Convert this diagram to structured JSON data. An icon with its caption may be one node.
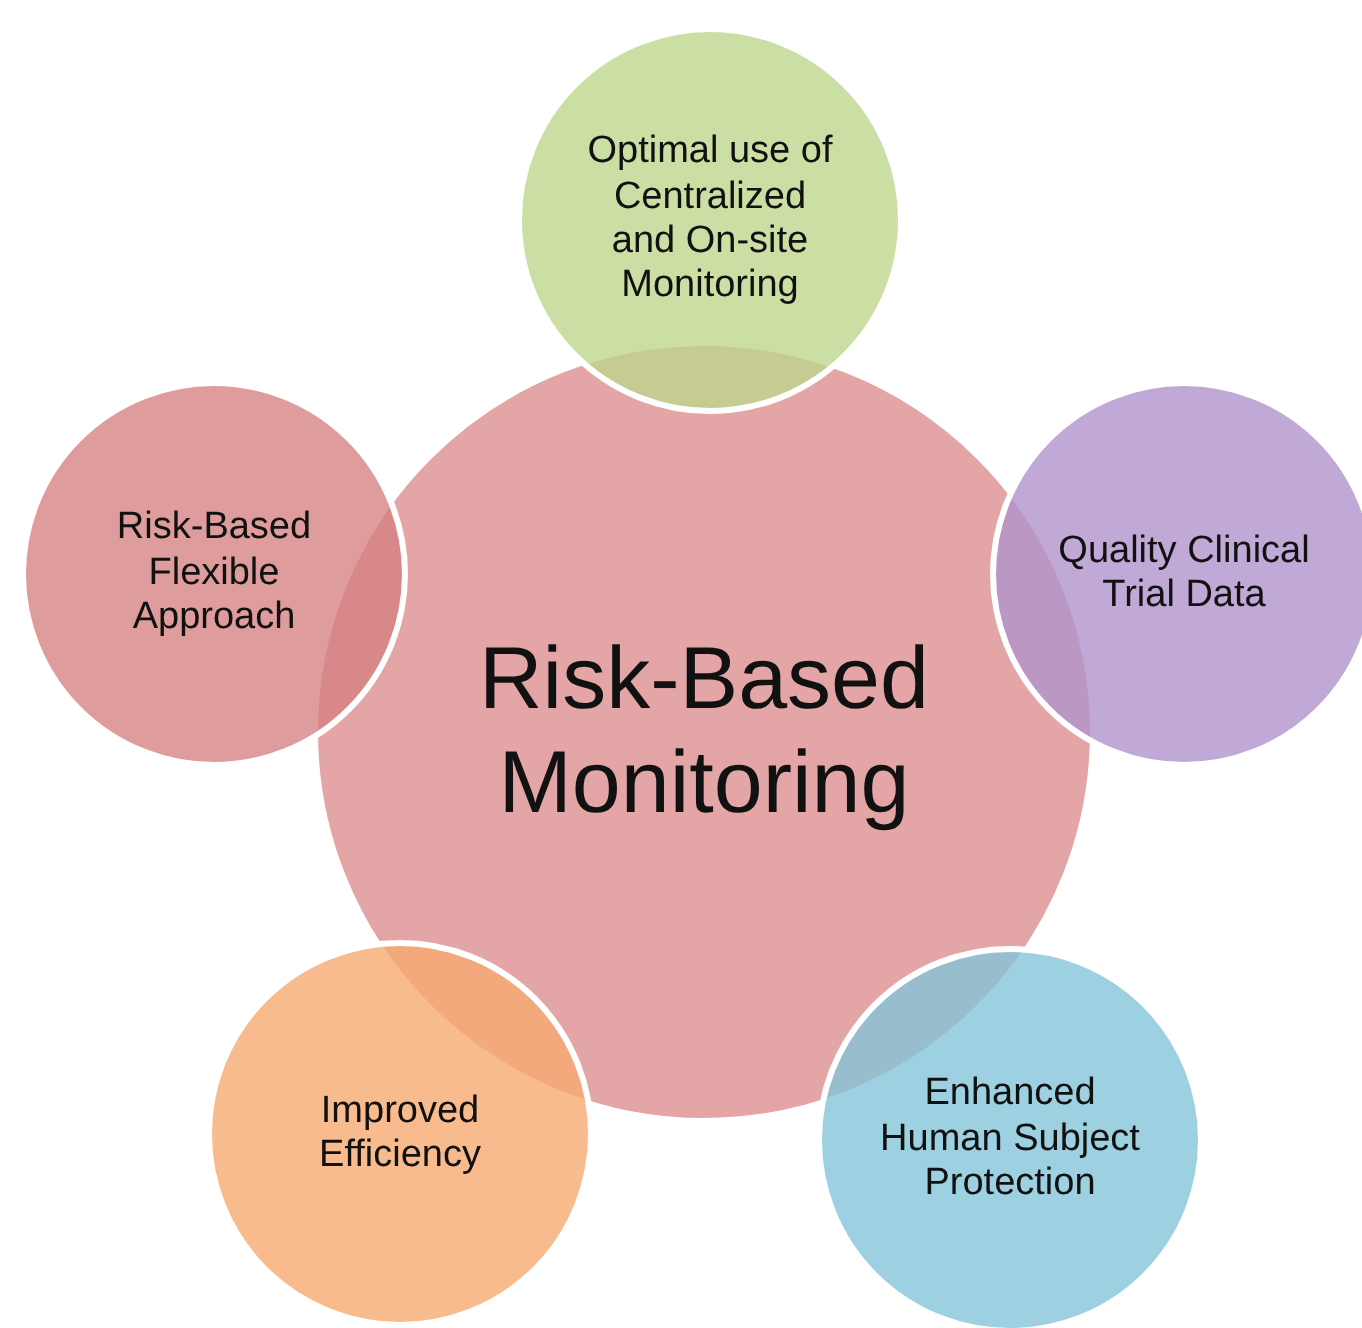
{
  "diagram": {
    "nodes": [
      {
        "text": [
          "Risk-Based Monitoring"
        ]
      },
      {
        "text": [
          "Optimal use of Centralized and On-site Monitoring"
        ]
      },
      {
        "text": [
          "Risk-Based Flexible Approach"
        ]
      },
      {
        "text": [
          "Quality Clinical Trial Data"
        ]
      },
      {
        "text": [
          "Improved Efficiency"
        ]
      },
      {
        "text": [
          "Enhanced Human Subject Protection"
        ]
      }
    ],
    "edges": []
  }
}
